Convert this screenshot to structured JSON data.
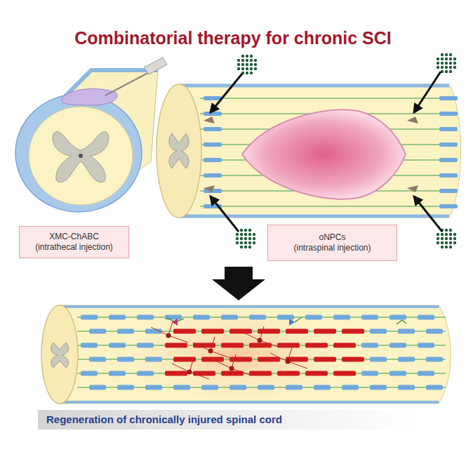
{
  "diagram": {
    "title": "Combinatorial therapy for chronic SCI",
    "nodes": [
      {
        "text": [
          "XMC-ChABC",
          "(intrathecal injection)"
        ]
      },
      {
        "text": [
          "oNPCs",
          "(intraspinal injection)"
        ]
      },
      {
        "text": [
          "Regeneration of chronically injured spinal cord"
        ]
      }
    ]
  }
}
